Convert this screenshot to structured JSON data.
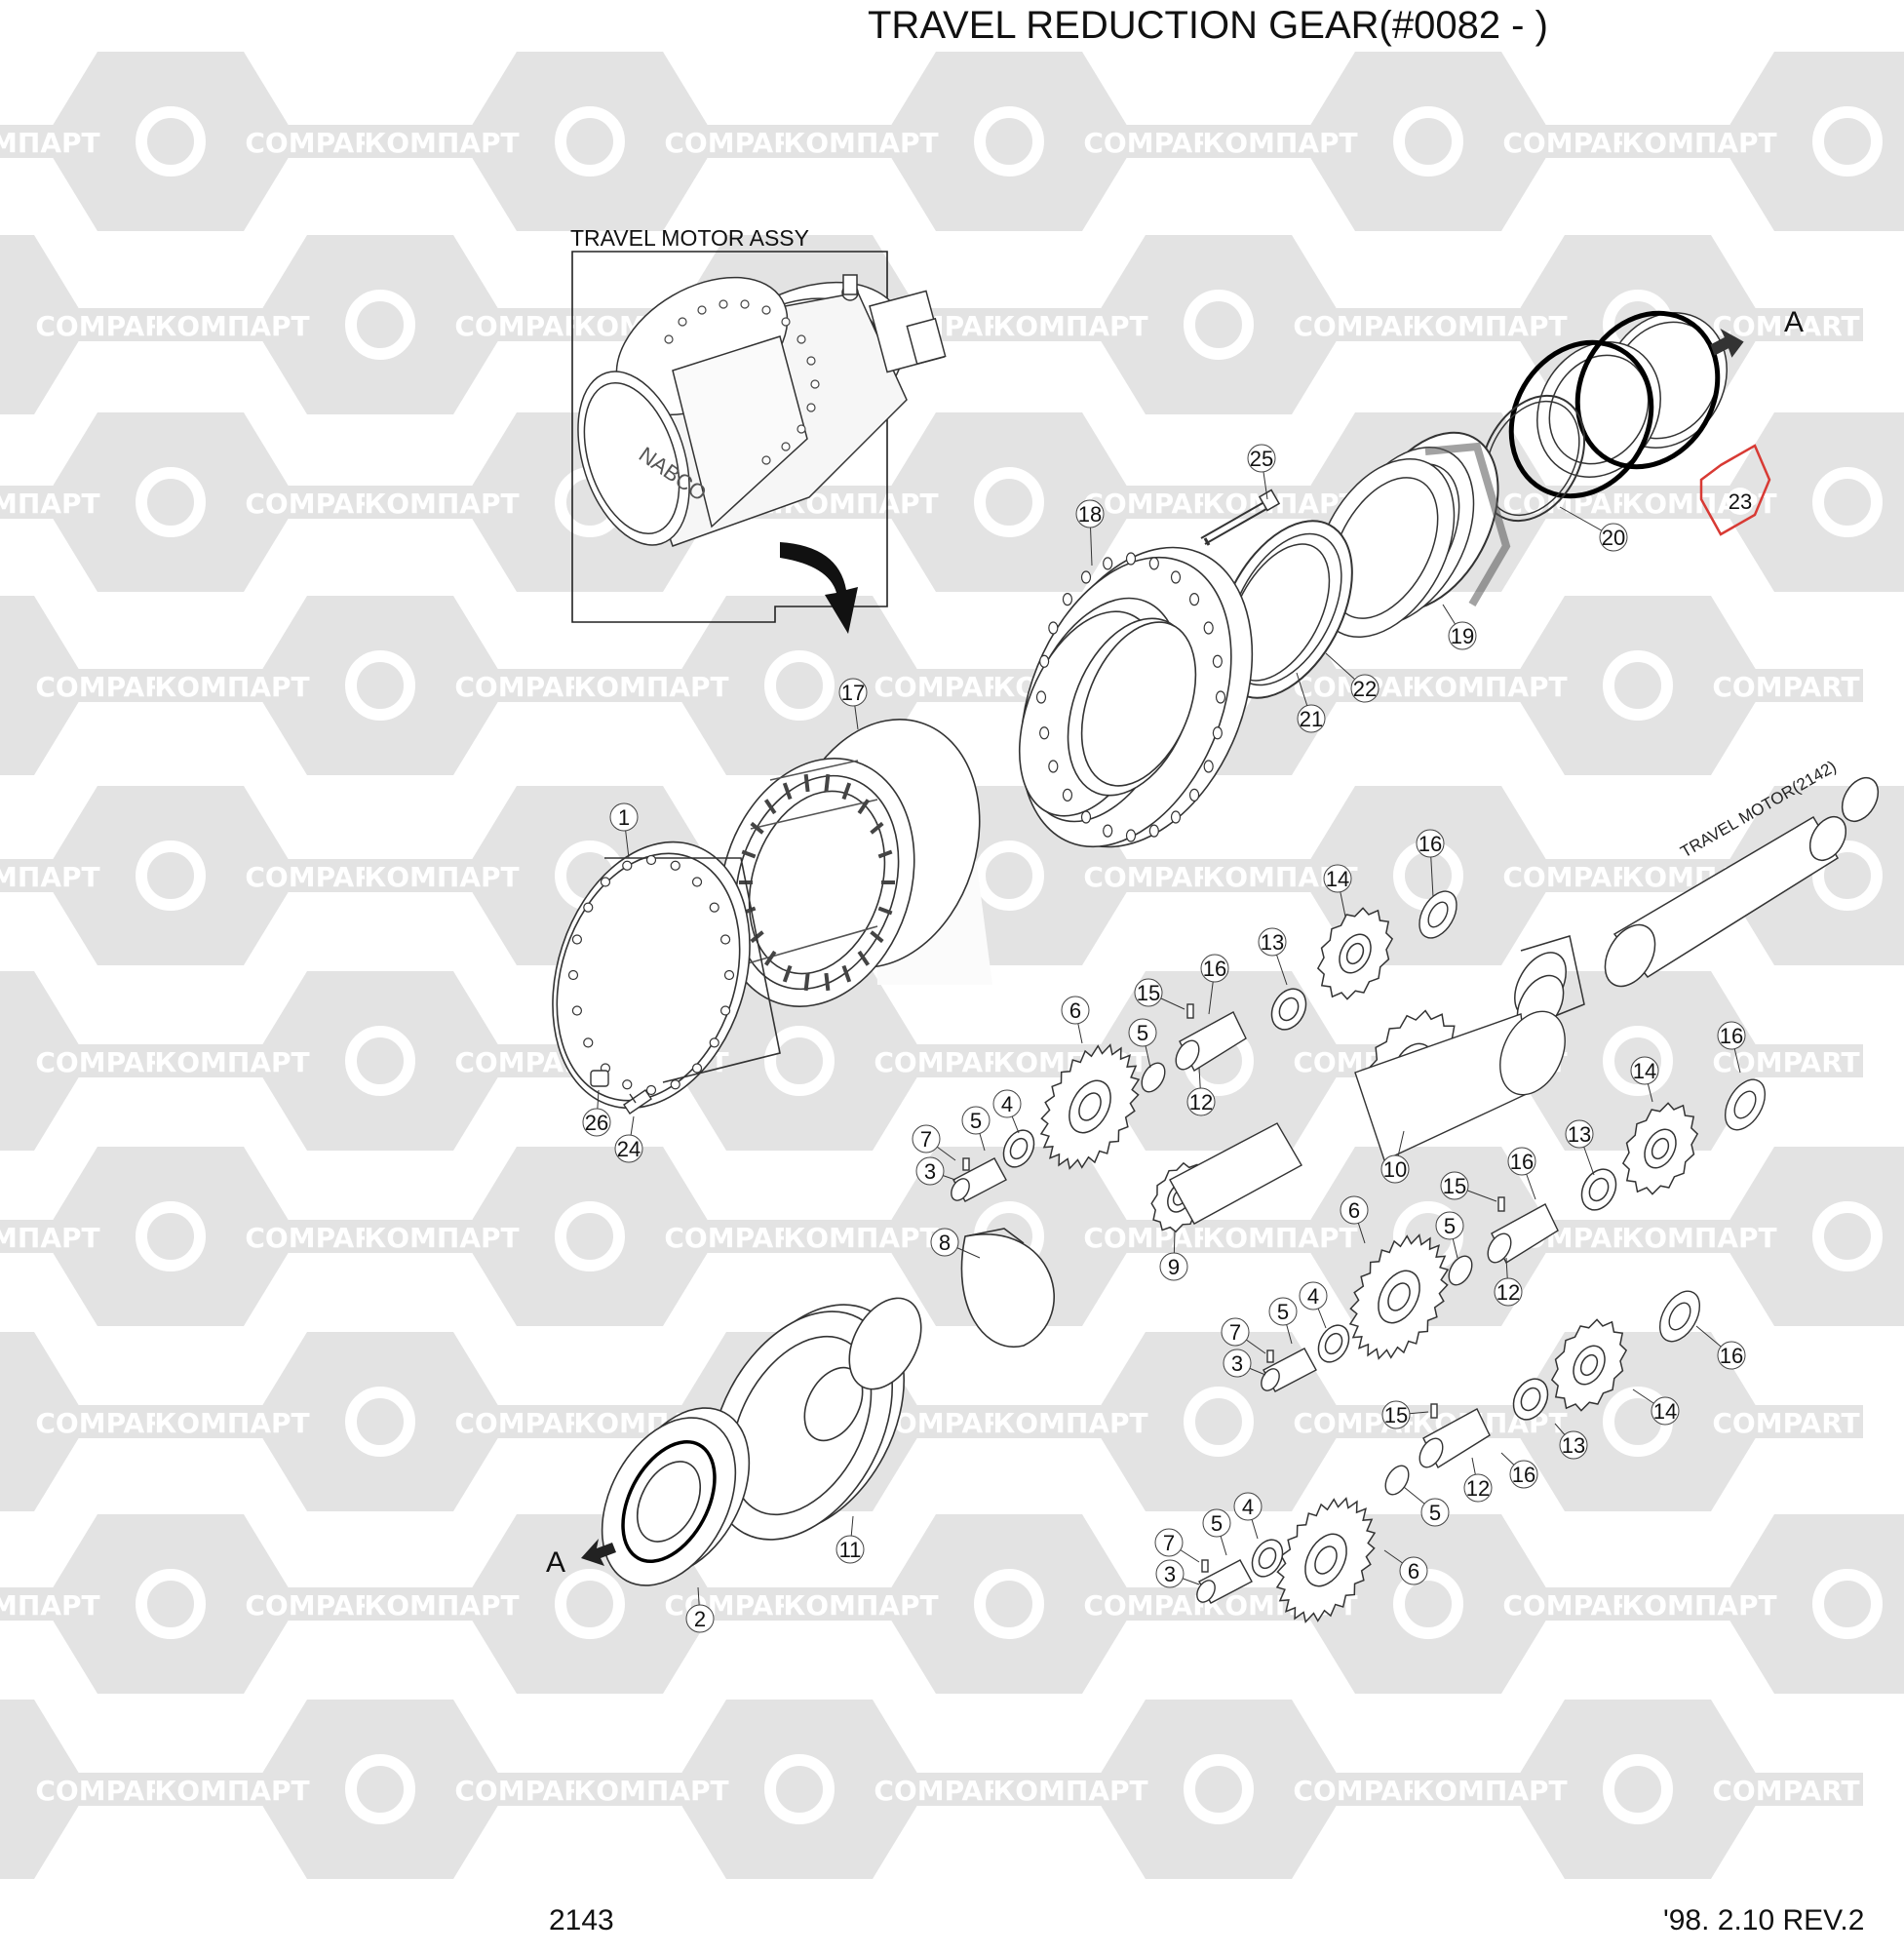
{
  "page_title": "TRAVEL REDUCTION GEAR(#0082 - )",
  "inset_title": "TRAVEL MOTOR ASSY",
  "inset_brand": "NABCO",
  "shaft_label": "TRAVEL MOTOR(2142)",
  "view_label": "A",
  "page_number": "2143",
  "revision": "'98. 2.10  REV.2",
  "watermark": {
    "latin": "COMPART",
    "cyrillic": "КОМПАРТ",
    "color": "#d6d6d6"
  },
  "highlight": {
    "part": "23",
    "color": "#d83a34"
  },
  "callouts": [
    {
      "id": "c25",
      "label": "25"
    },
    {
      "id": "c18",
      "label": "18"
    },
    {
      "id": "c20",
      "label": "20"
    },
    {
      "id": "c23",
      "label": "23"
    },
    {
      "id": "c19",
      "label": "19"
    },
    {
      "id": "c22",
      "label": "22"
    },
    {
      "id": "c21",
      "label": "21"
    },
    {
      "id": "c17",
      "label": "17"
    },
    {
      "id": "c1",
      "label": "1"
    },
    {
      "id": "c16a",
      "label": "16"
    },
    {
      "id": "c14a",
      "label": "14"
    },
    {
      "id": "c13a",
      "label": "13"
    },
    {
      "id": "c16b",
      "label": "16"
    },
    {
      "id": "c15a",
      "label": "15"
    },
    {
      "id": "c6a",
      "label": "6"
    },
    {
      "id": "c5a",
      "label": "5"
    },
    {
      "id": "c12a",
      "label": "12"
    },
    {
      "id": "c26",
      "label": "26"
    },
    {
      "id": "c24",
      "label": "24"
    },
    {
      "id": "c4a",
      "label": "4"
    },
    {
      "id": "c5b",
      "label": "5"
    },
    {
      "id": "c7a",
      "label": "7"
    },
    {
      "id": "c3a",
      "label": "3"
    },
    {
      "id": "c10",
      "label": "10"
    },
    {
      "id": "c16c",
      "label": "16"
    },
    {
      "id": "c14b",
      "label": "14"
    },
    {
      "id": "c13b",
      "label": "13"
    },
    {
      "id": "c16d",
      "label": "16"
    },
    {
      "id": "c15b",
      "label": "15"
    },
    {
      "id": "c6b",
      "label": "6"
    },
    {
      "id": "c5c",
      "label": "5"
    },
    {
      "id": "c12b",
      "label": "12"
    },
    {
      "id": "c8",
      "label": "8"
    },
    {
      "id": "c9",
      "label": "9"
    },
    {
      "id": "c7b",
      "label": "7"
    },
    {
      "id": "c5d",
      "label": "5"
    },
    {
      "id": "c4b",
      "label": "4"
    },
    {
      "id": "c3b",
      "label": "3"
    },
    {
      "id": "c16e",
      "label": "16"
    },
    {
      "id": "c15c",
      "label": "15"
    },
    {
      "id": "c14c",
      "label": "14"
    },
    {
      "id": "c13c",
      "label": "13"
    },
    {
      "id": "c12c",
      "label": "12"
    },
    {
      "id": "c16f",
      "label": "16"
    },
    {
      "id": "c5e",
      "label": "5"
    },
    {
      "id": "c11",
      "label": "11"
    },
    {
      "id": "c7c",
      "label": "7"
    },
    {
      "id": "c5f",
      "label": "5"
    },
    {
      "id": "c4c",
      "label": "4"
    },
    {
      "id": "c3c",
      "label": "3"
    },
    {
      "id": "c6c",
      "label": "6"
    },
    {
      "id": "c2",
      "label": "2"
    }
  ]
}
